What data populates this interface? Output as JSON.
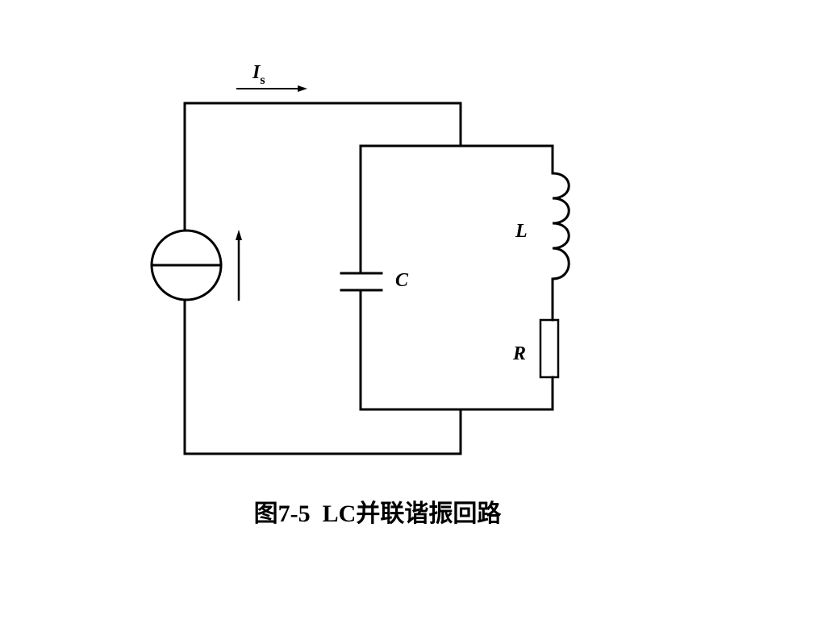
{
  "diagram": {
    "source_current": {
      "symbol": "I",
      "subscript": "s"
    },
    "inductor": {
      "label": "L"
    },
    "capacitor": {
      "label": "C"
    },
    "resistor": {
      "label": "R"
    }
  },
  "caption": "图7-5  LC并联谐振回路"
}
